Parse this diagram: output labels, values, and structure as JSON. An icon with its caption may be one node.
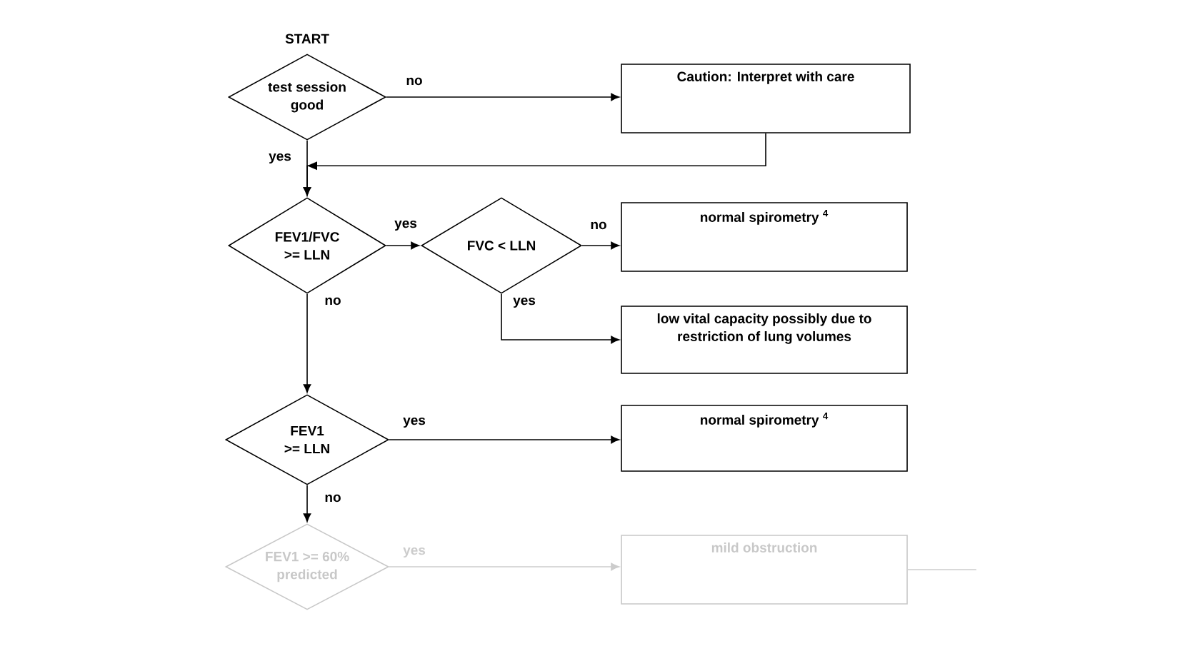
{
  "diagram": {
    "nodes": [
      {
        "text": [
          "START",
          "test session good"
        ]
      },
      {
        "text": [
          "Caution: Interpret with care"
        ]
      },
      {
        "text": [
          "FEV1/FVC >= LLN"
        ]
      },
      {
        "text": [
          "FVC < LLN"
        ]
      },
      {
        "text": [
          "normal spirometry $^{4}$"
        ]
      },
      {
        "text": [
          "low vital capacity possibly due to restriction of lung volumes"
        ]
      },
      {
        "text": [
          "FEV1 >= LLN"
        ]
      },
      {
        "text": [
          "normal spirometry $^{4}$"
        ]
      },
      {
        "text": [
          "FEV1 >= 60% predicted"
        ]
      },
      {
        "text": [
          "mild obstruction"
        ]
      }
    ],
    "edges": [
      {
        "from": 0,
        "to": 1,
        "arrow": "to",
        "label": "no"
      },
      {
        "from": 1,
        "to": 2,
        "arrow": "to"
      },
      {
        "from": 0,
        "to": 2,
        "arrow": "to",
        "label": "yes"
      },
      {
        "from": 2,
        "to": 3,
        "arrow": "to",
        "label": "yes"
      },
      {
        "from": 3,
        "to": 4,
        "arrow": "to",
        "label": "no"
      },
      {
        "from": 3,
        "to": 5,
        "arrow": "to",
        "label": "yes"
      },
      {
        "from": 2,
        "to": 6,
        "arrow": "to",
        "label": "no"
      },
      {
        "from": 6,
        "to": 7,
        "arrow": "to",
        "label": "yes"
      },
      {
        "from": 6,
        "to": 8,
        "arrow": "to",
        "label": "no"
      },
      {
        "from": 8,
        "to": 9,
        "arrow": "to",
        "label": "yes",
        "color": "#cccccc"
      },
      {
        "from": 9,
        "to": null,
        "arrow": "none",
        "color": "#cccccc"
      }
    ]
  }
}
